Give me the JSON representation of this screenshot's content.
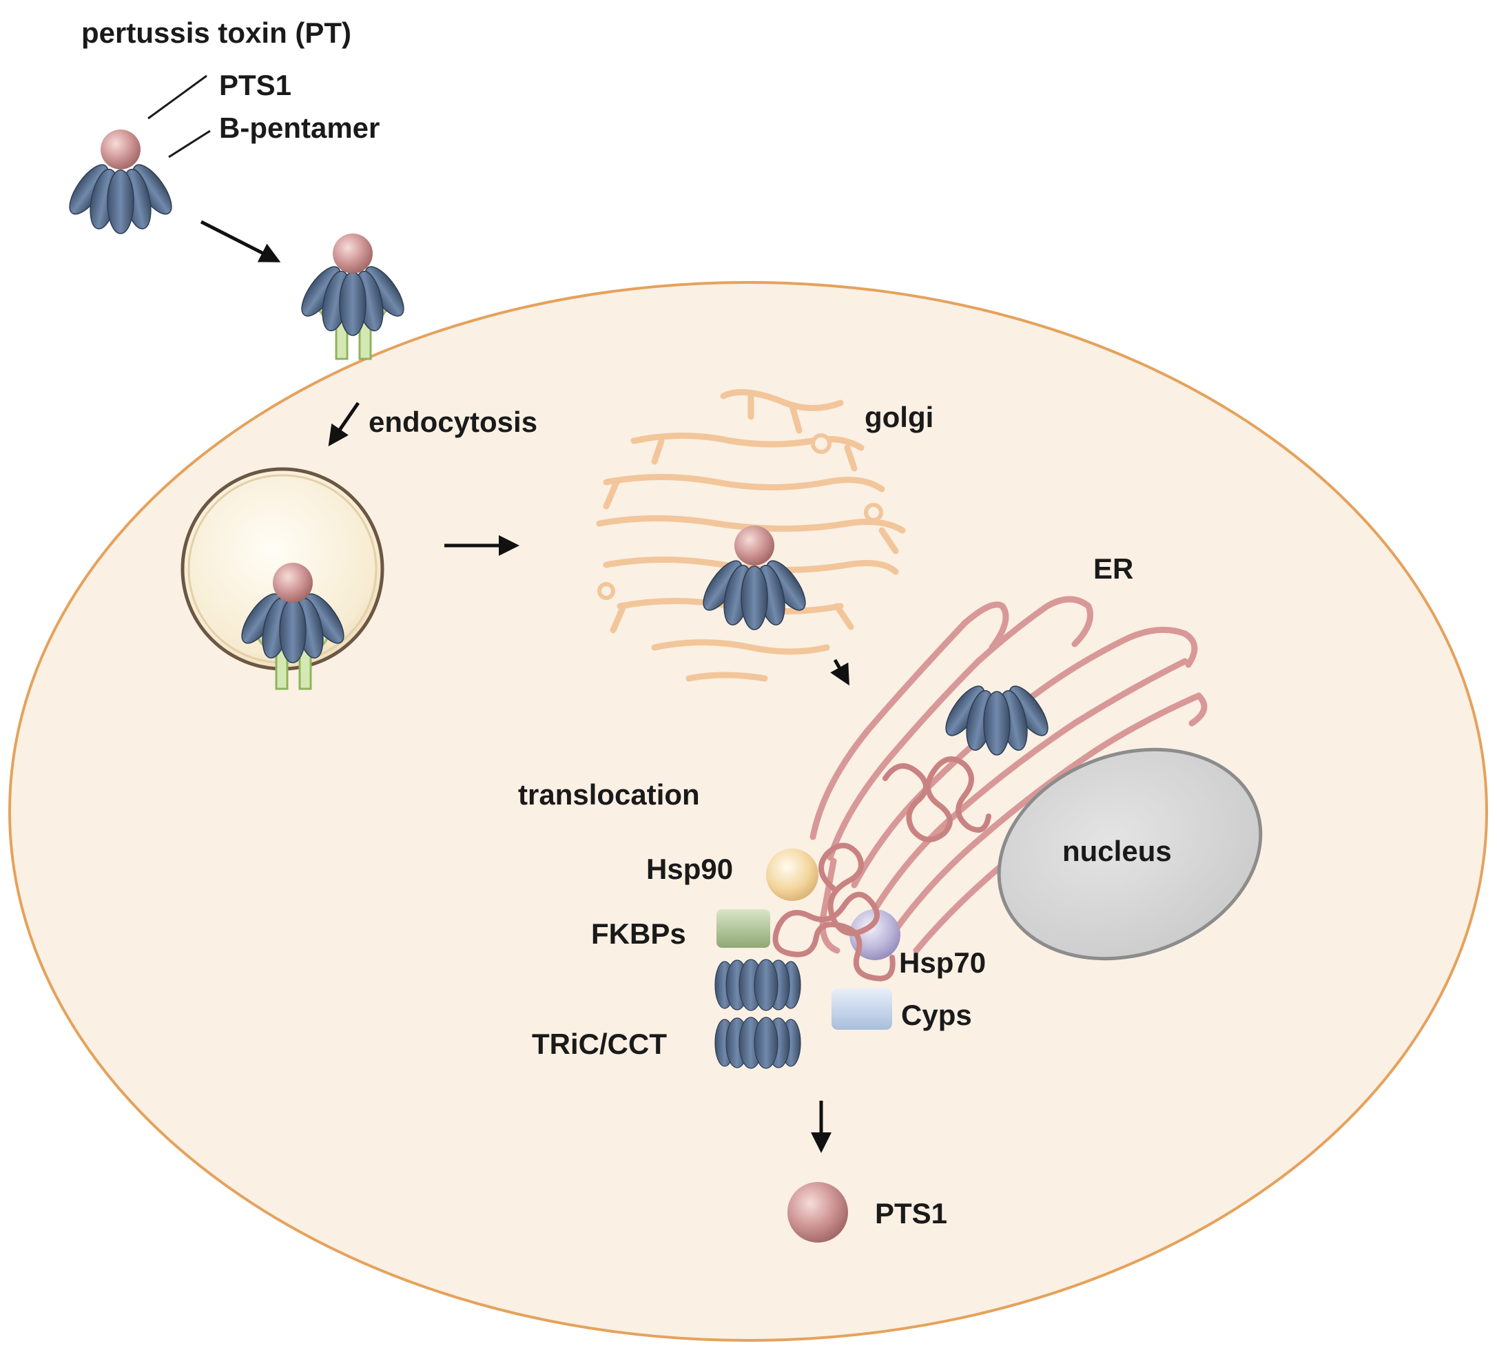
{
  "labels": {
    "title": "pertussis toxin (PT)",
    "pts1_top": "PTS1",
    "b_pentamer": "B-pentamer",
    "endocytosis": "endocytosis",
    "golgi": "golgi",
    "er": "ER",
    "translocation": "translocation",
    "nucleus": "nucleus",
    "hsp90": "Hsp90",
    "fkbps": "FKBPs",
    "hsp70": "Hsp70",
    "cyps": "Cyps",
    "tric": "TRiC/CCT",
    "pts1_bottom": "PTS1"
  },
  "colors": {
    "cell_fill": "#faf0e4",
    "cell_border": "#e5a25c",
    "pts1": "#c98a8a",
    "b_pentamer": "#4f6585",
    "receptor": "#b9d58c",
    "golgi": "#f2c69a",
    "er": "#d89898",
    "nucleus": "#d6d6d6",
    "hsp90": "#f3d9a4",
    "fkbps": "#a9be90",
    "hsp70": "#bdb8d8",
    "cyps": "#c4d4ea",
    "tric": "#6e84a4"
  }
}
